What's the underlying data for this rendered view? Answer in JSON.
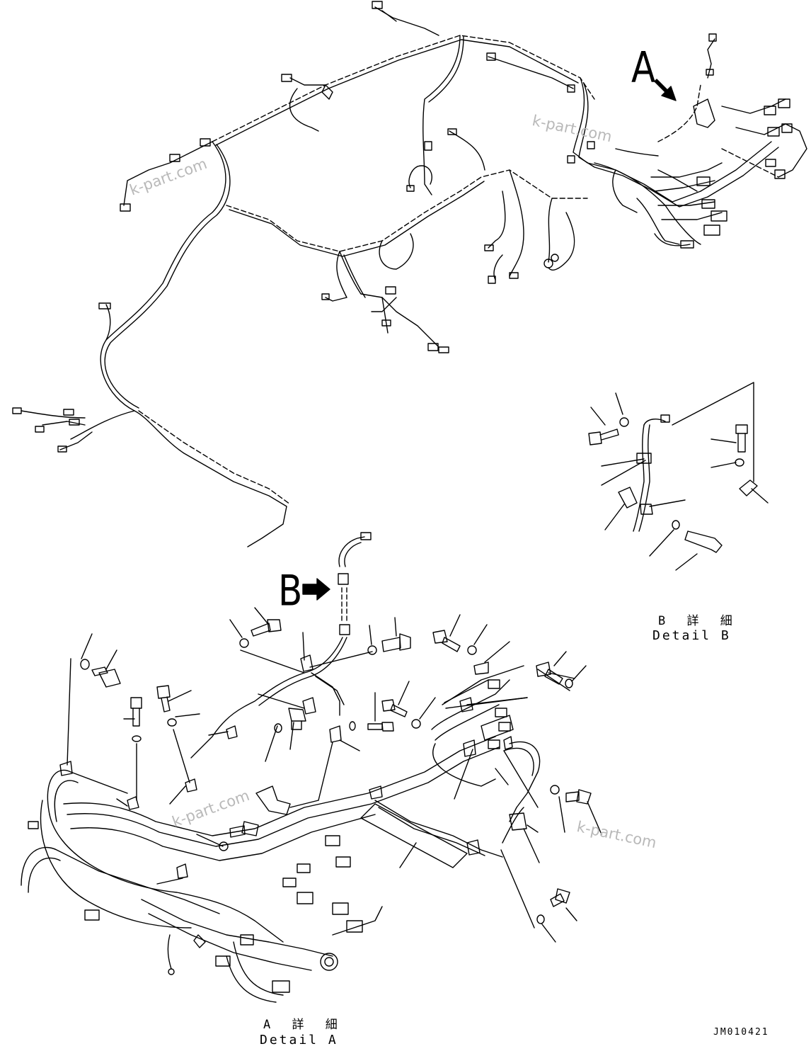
{
  "labels": {
    "arrow_a": "A",
    "arrow_b": "B",
    "detail_b_jp": "B 詳 細",
    "detail_b_en": "Detail B",
    "detail_a_jp": "A 詳 細",
    "detail_a_en": "Detail A",
    "drawing_code": "JM010421"
  },
  "watermarks": [
    "k-part.com",
    "k-part.com",
    "k-part.com",
    "k-part.com"
  ],
  "colors": {
    "line": "#000000",
    "watermark": "#b9b9b9",
    "background": "#ffffff"
  }
}
